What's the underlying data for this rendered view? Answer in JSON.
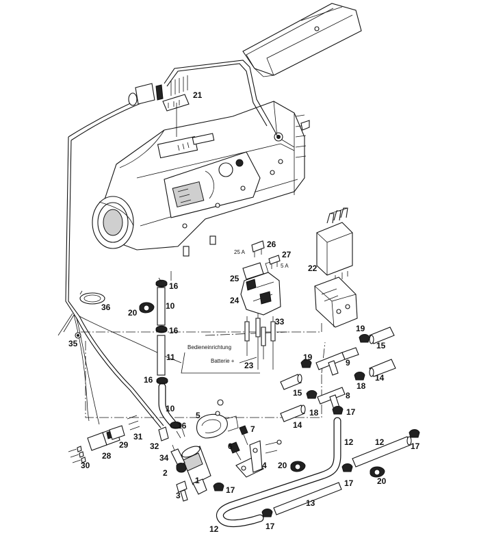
{
  "diagram": {
    "texts": {
      "bedieneinrichtung": "Bedieneinrichtung",
      "batterie": "Batterie +",
      "fuse_25a": "25 A",
      "fuse_5a": "5 A"
    },
    "callouts": [
      {
        "id": "c21",
        "text": "21"
      },
      {
        "id": "c26",
        "text": "26"
      },
      {
        "id": "c27",
        "text": "27"
      },
      {
        "id": "c22",
        "text": "22"
      },
      {
        "id": "c25",
        "text": "25"
      },
      {
        "id": "c24",
        "text": "24"
      },
      {
        "id": "c16a",
        "text": "16"
      },
      {
        "id": "c10a",
        "text": "10"
      },
      {
        "id": "c36",
        "text": "36"
      },
      {
        "id": "c20a",
        "text": "20"
      },
      {
        "id": "c16b",
        "text": "16"
      },
      {
        "id": "c33",
        "text": "33"
      },
      {
        "id": "c19a",
        "text": "19"
      },
      {
        "id": "c15a",
        "text": "15"
      },
      {
        "id": "c35",
        "text": "35"
      },
      {
        "id": "c11",
        "text": "11"
      },
      {
        "id": "c19b",
        "text": "19"
      },
      {
        "id": "c9",
        "text": "9"
      },
      {
        "id": "c23",
        "text": "23"
      },
      {
        "id": "c16c",
        "text": "16"
      },
      {
        "id": "c15b",
        "text": "15"
      },
      {
        "id": "c18a",
        "text": "18"
      },
      {
        "id": "c14a",
        "text": "14"
      },
      {
        "id": "c10b",
        "text": "10"
      },
      {
        "id": "c8",
        "text": "8"
      },
      {
        "id": "c18b",
        "text": "18"
      },
      {
        "id": "c17a",
        "text": "17"
      },
      {
        "id": "c14b",
        "text": "14"
      },
      {
        "id": "c5",
        "text": "5"
      },
      {
        "id": "c7",
        "text": "7"
      },
      {
        "id": "c16d",
        "text": "16"
      },
      {
        "id": "c31",
        "text": "31"
      },
      {
        "id": "c29",
        "text": "29"
      },
      {
        "id": "c12a",
        "text": "12"
      },
      {
        "id": "c12b",
        "text": "12"
      },
      {
        "id": "c17b",
        "text": "17"
      },
      {
        "id": "c32",
        "text": "32"
      },
      {
        "id": "c6",
        "text": "6"
      },
      {
        "id": "c28",
        "text": "28"
      },
      {
        "id": "c34",
        "text": "34"
      },
      {
        "id": "c4",
        "text": "4"
      },
      {
        "id": "c30",
        "text": "30"
      },
      {
        "id": "c20b",
        "text": "20"
      },
      {
        "id": "c2",
        "text": "2"
      },
      {
        "id": "c1",
        "text": "1"
      },
      {
        "id": "c17c",
        "text": "17"
      },
      {
        "id": "c17d",
        "text": "17"
      },
      {
        "id": "c20c",
        "text": "20"
      },
      {
        "id": "c3",
        "text": "3"
      },
      {
        "id": "c13",
        "text": "13"
      },
      {
        "id": "c17e",
        "text": "17"
      },
      {
        "id": "c12c",
        "text": "12"
      }
    ]
  }
}
